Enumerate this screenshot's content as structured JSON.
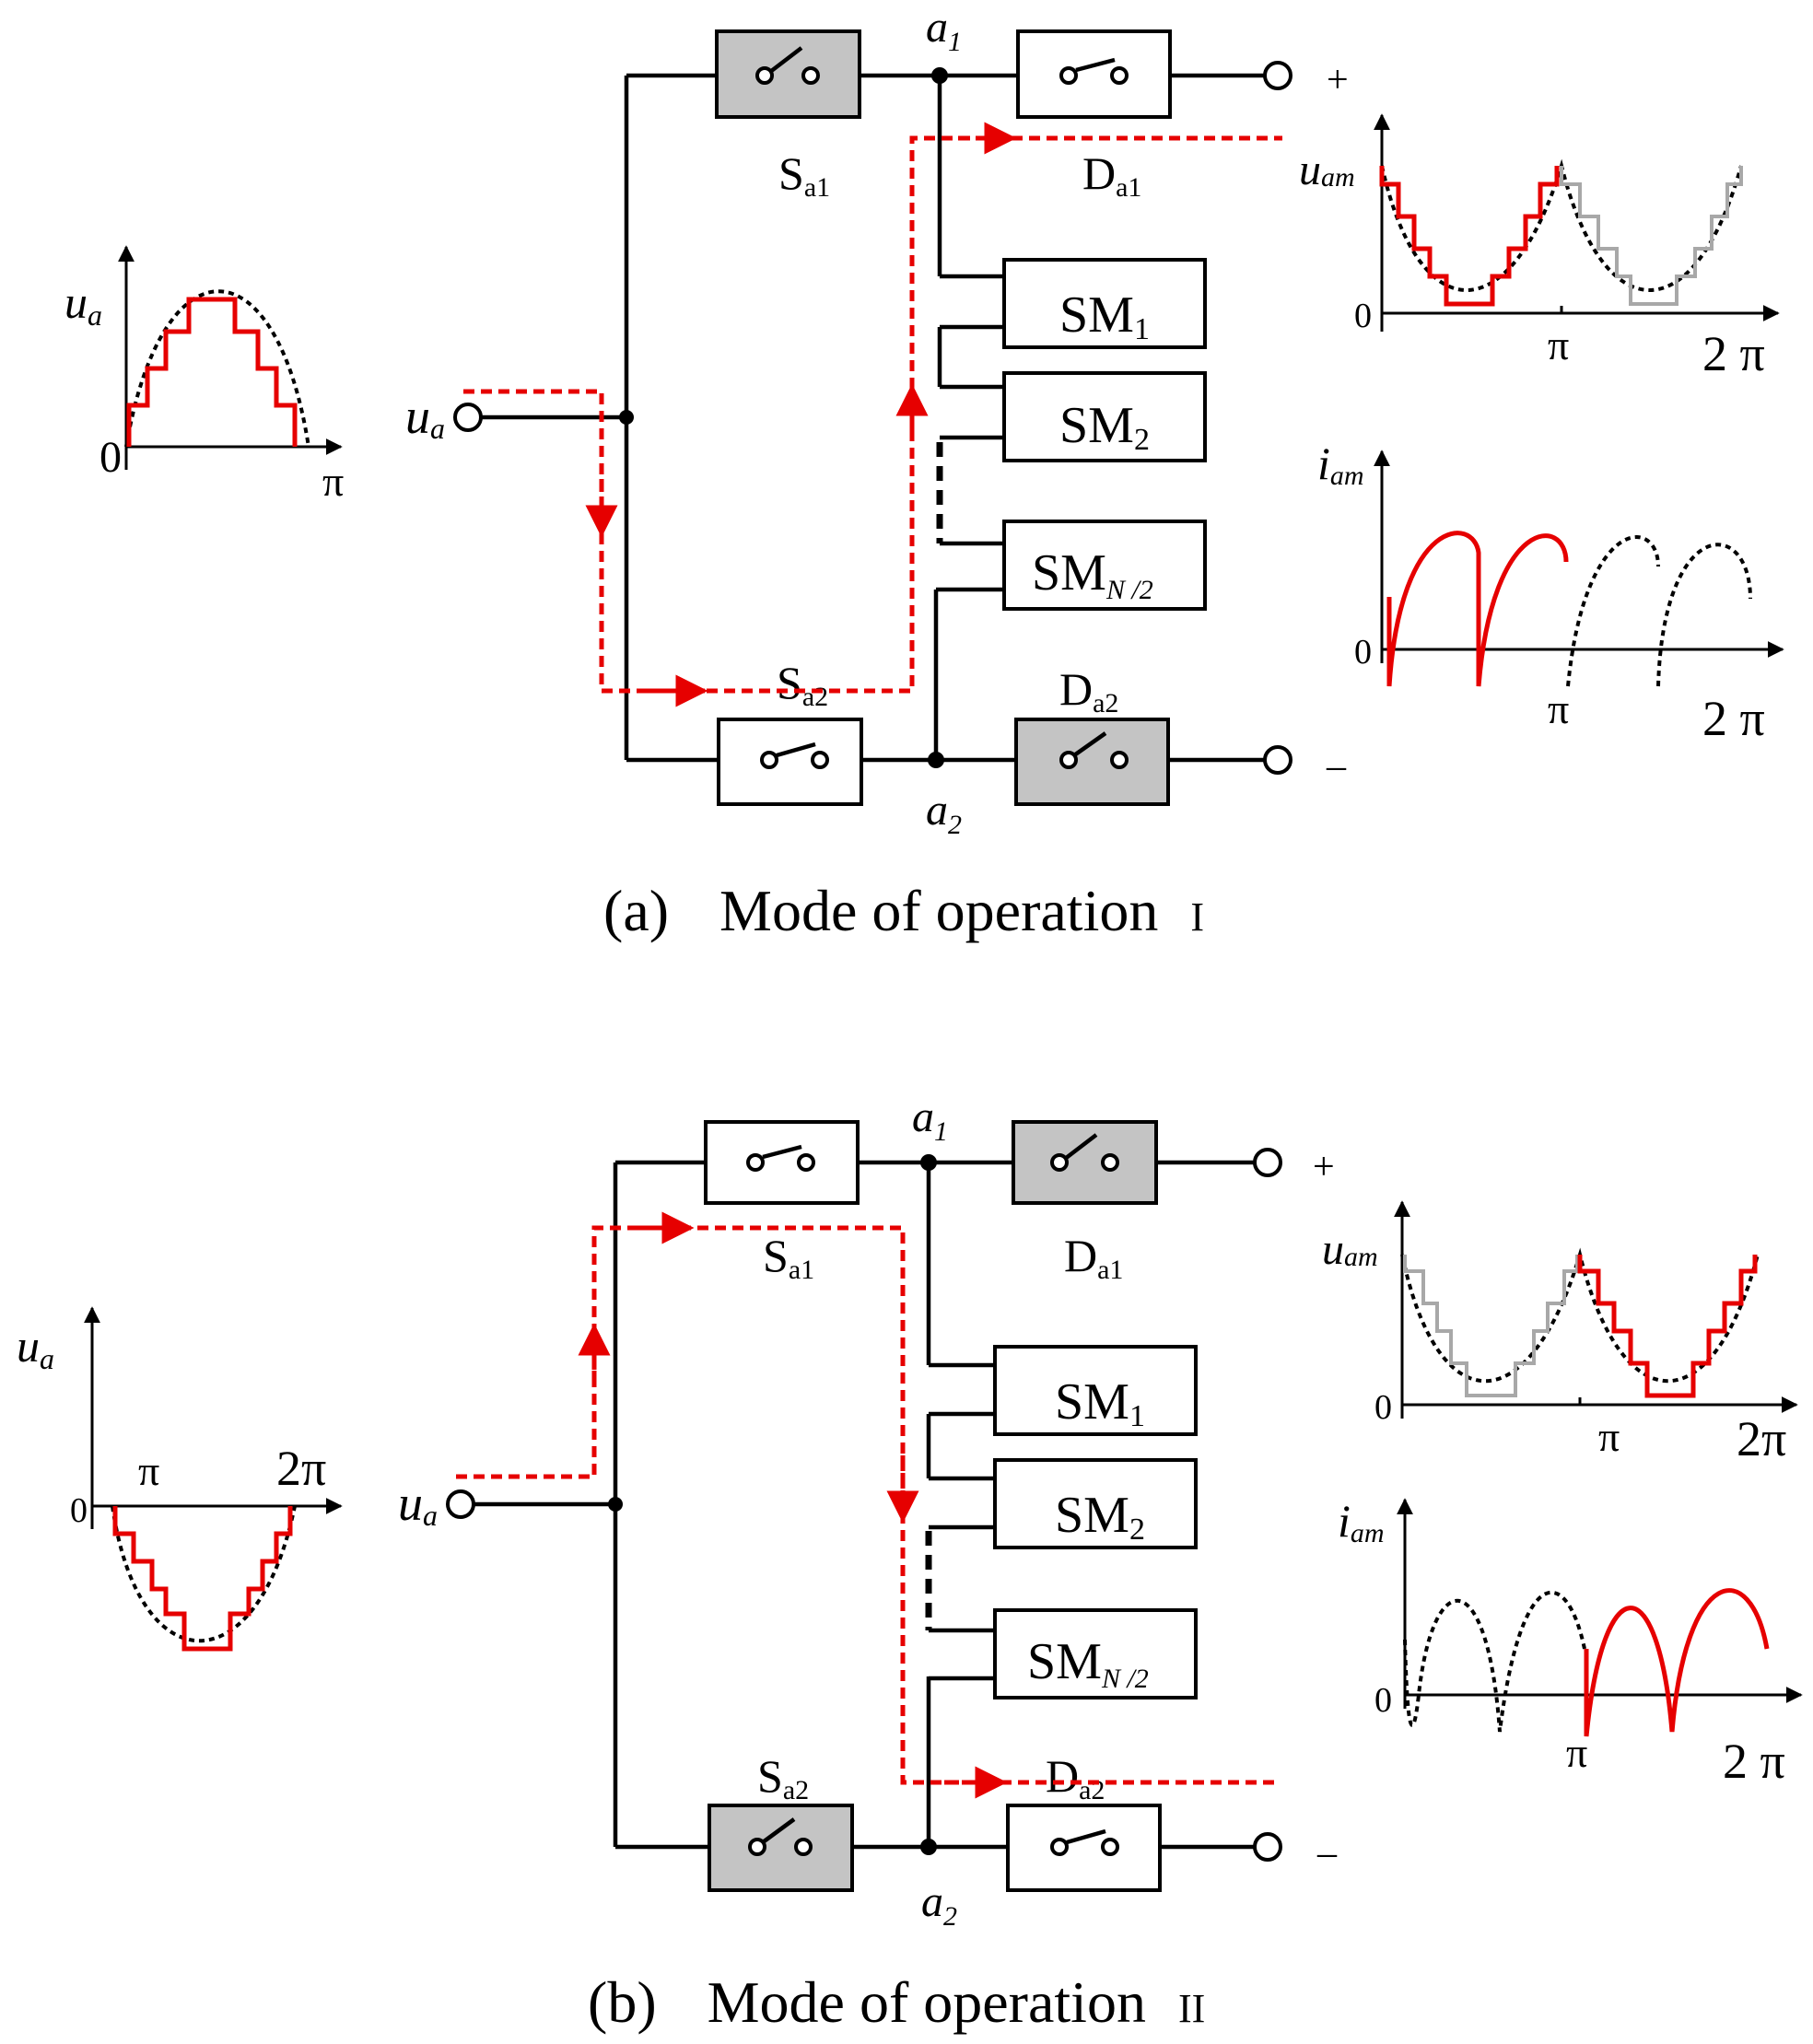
{
  "panels": [
    {
      "caption_tag": "(a)",
      "caption_text": "Mode of operation",
      "caption_roman": "I",
      "input": {
        "main": "u",
        "sub": "a"
      },
      "nodes": {
        "top": {
          "main": "a",
          "sub": "1"
        },
        "bottom": {
          "main": "a",
          "sub": "2"
        }
      },
      "terminals": {
        "plus": "+",
        "minus": "–"
      },
      "switches": [
        {
          "main": "S",
          "sub": "a1",
          "state": "on"
        },
        {
          "main": "D",
          "sub": "a1",
          "state": "off"
        },
        {
          "main": "S",
          "sub": "a2",
          "state": "off"
        },
        {
          "main": "D",
          "sub": "a2",
          "state": "on"
        }
      ],
      "submodules": [
        {
          "main": "SM",
          "sub": "1"
        },
        {
          "main": "SM",
          "sub": "2"
        },
        {
          "main": "SM",
          "sub": "N /2"
        }
      ],
      "plots": {
        "ua": {
          "ylabel": {
            "main": "u",
            "sub": "a"
          },
          "origin": "0",
          "ticks": [
            "π"
          ]
        },
        "uam": {
          "ylabel": {
            "main": "u",
            "sub": "am"
          },
          "origin": "0",
          "ticks": [
            "π",
            "2 π"
          ]
        },
        "iam": {
          "ylabel": {
            "main": "i",
            "sub": "am"
          },
          "origin": "0",
          "ticks": [
            "π",
            "2 π"
          ]
        }
      }
    },
    {
      "caption_tag": "(b)",
      "caption_text": "Mode of operation",
      "caption_roman": "II",
      "input": {
        "main": "u",
        "sub": "a"
      },
      "nodes": {
        "top": {
          "main": "a",
          "sub": "1"
        },
        "bottom": {
          "main": "a",
          "sub": "2"
        }
      },
      "terminals": {
        "plus": "+",
        "minus": "–"
      },
      "switches": [
        {
          "main": "S",
          "sub": "a1",
          "state": "off"
        },
        {
          "main": "D",
          "sub": "a1",
          "state": "on"
        },
        {
          "main": "S",
          "sub": "a2",
          "state": "on"
        },
        {
          "main": "D",
          "sub": "a2",
          "state": "off"
        }
      ],
      "submodules": [
        {
          "main": "SM",
          "sub": "1"
        },
        {
          "main": "SM",
          "sub": "2"
        },
        {
          "main": "SM",
          "sub": "N /2"
        }
      ],
      "plots": {
        "ua": {
          "ylabel": {
            "main": "u",
            "sub": "a"
          },
          "origin": "0",
          "ticks": [
            "π",
            "2π"
          ]
        },
        "uam": {
          "ylabel": {
            "main": "u",
            "sub": "am"
          },
          "origin": "0",
          "ticks": [
            "π",
            "2π"
          ]
        },
        "iam": {
          "ylabel": {
            "main": "i",
            "sub": "am"
          },
          "origin": "0",
          "ticks": [
            "π",
            "2 π"
          ]
        }
      }
    }
  ],
  "colors": {
    "current_path": "#e60000",
    "switch_on_fill": "#c4c4c4",
    "switch_off_fill": "#ffffff",
    "inactive_wave": "#a8a8a8"
  }
}
